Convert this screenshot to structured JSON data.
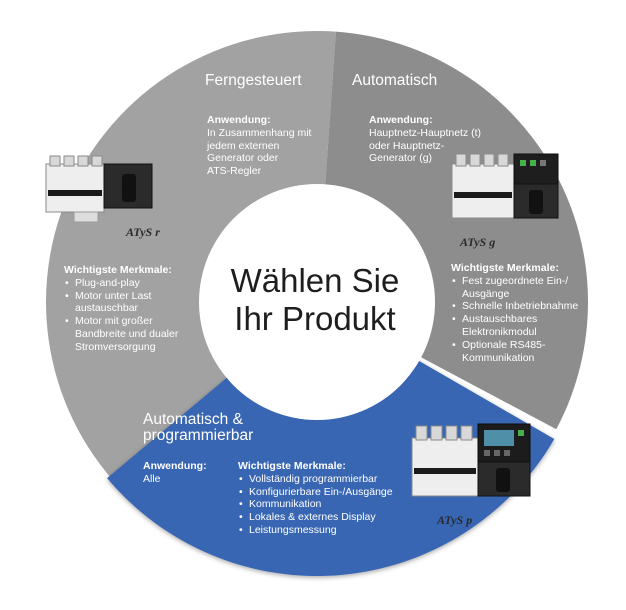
{
  "center": {
    "line1": "Wählen Sie",
    "line2": "Ihr Produkt"
  },
  "segments": {
    "ferngesteuert": {
      "title": "Ferngesteuert",
      "application_label": "Anwendung:",
      "application_lines": [
        "In Zusammenhang mit",
        "jedem externen",
        "Generator oder",
        "ATS-Regler"
      ],
      "features_label": "Wichtigste Merkmale:",
      "features": [
        [
          "Plug-and-play"
        ],
        [
          "Motor unter Last",
          "austauschbar"
        ],
        [
          "Motor mit großer",
          "Bandbreite und dualer",
          "Stromversorgung"
        ]
      ],
      "model": "ATyS r"
    },
    "automatisch": {
      "title": "Automatisch",
      "application_label": "Anwendung:",
      "application_lines": [
        "Hauptnetz-Hauptnetz (t)",
        "oder Hauptnetz-",
        "Generator (g)"
      ],
      "features_label": "Wichtigste Merkmale:",
      "features": [
        [
          "Fest zugeordnete Ein-/",
          "Ausgänge"
        ],
        [
          "Schnelle Inbetriebnahme"
        ],
        [
          "Austauschbares",
          "Elektronikmodul"
        ],
        [
          "Optionale RS485-",
          "Kommunikation"
        ]
      ],
      "model": "ATyS g"
    },
    "programmierbar": {
      "title_lines": [
        "Automatisch &",
        "programmierbar"
      ],
      "application_label": "Anwendung:",
      "application_lines": [
        "Alle"
      ],
      "features_label": "Wichtigste Merkmale:",
      "features": [
        [
          "Vollständig programmierbar"
        ],
        [
          "Konfigurierbare Ein-/Ausgänge"
        ],
        [
          "Kommunikation"
        ],
        [
          "Lokales & externes Display"
        ],
        [
          "Leistungsmessung"
        ]
      ],
      "model": "ATyS p"
    }
  },
  "colors": {
    "ferngesteuert": "#a2a2a2",
    "automatisch": "#8d8d8d",
    "programmierbar": "#3766b2",
    "center": "#ffffff",
    "text": "#ffffff"
  },
  "icons": {
    "ferngesteuert": "switch-device-icon",
    "automatisch": "switch-with-controller-icon",
    "programmierbar": "switch-with-display-icon"
  }
}
